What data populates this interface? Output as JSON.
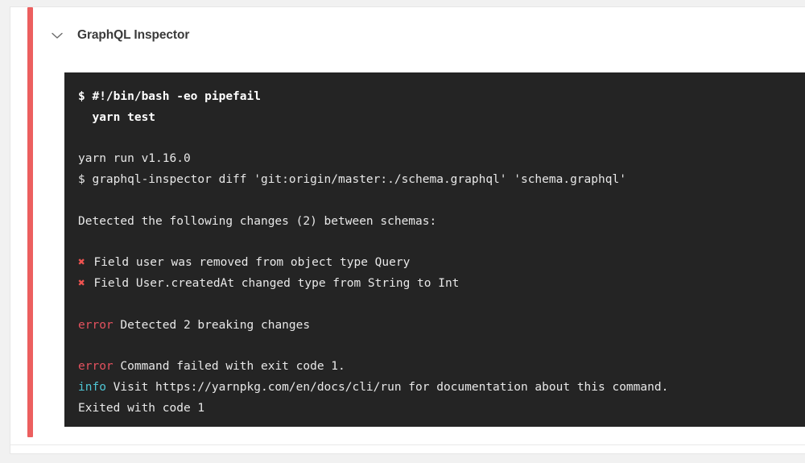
{
  "job": {
    "title": "GraphQL Inspector",
    "collapse_icon": "chevron-down-icon",
    "status_color": "#ec5f5f"
  },
  "terminal": {
    "background": "#242424",
    "text_color": "#e8e8e8",
    "error_color": "#e4525f",
    "info_color": "#4ec5d4",
    "fail_mark_color": "#ef5350",
    "fail_mark": "✖",
    "lines": [
      {
        "type": "command",
        "text": "$ #!/bin/bash -eo pipefail"
      },
      {
        "type": "command",
        "text": "  yarn test"
      },
      {
        "type": "blank",
        "text": ""
      },
      {
        "type": "plain",
        "text": "yarn run v1.16.0"
      },
      {
        "type": "plain",
        "text": "$ graphql-inspector diff 'git:origin/master:./schema.graphql' 'schema.graphql'"
      },
      {
        "type": "blank",
        "text": ""
      },
      {
        "type": "plain",
        "text": "Detected the following changes (2) between schemas:"
      },
      {
        "type": "blank",
        "text": ""
      },
      {
        "type": "fail",
        "label": "✖",
        "text": " Field user was removed from object type Query"
      },
      {
        "type": "fail",
        "label": "✖",
        "text": " Field User.createdAt changed type from String to Int"
      },
      {
        "type": "blank",
        "text": ""
      },
      {
        "type": "error",
        "label": "error",
        "text": " Detected 2 breaking changes"
      },
      {
        "type": "blank",
        "text": ""
      },
      {
        "type": "error",
        "label": "error",
        "text": " Command failed with exit code 1."
      },
      {
        "type": "info",
        "label": "info",
        "text": " Visit https://yarnpkg.com/en/docs/cli/run for documentation about this command."
      },
      {
        "type": "plain",
        "text": "Exited with code 1"
      }
    ]
  }
}
